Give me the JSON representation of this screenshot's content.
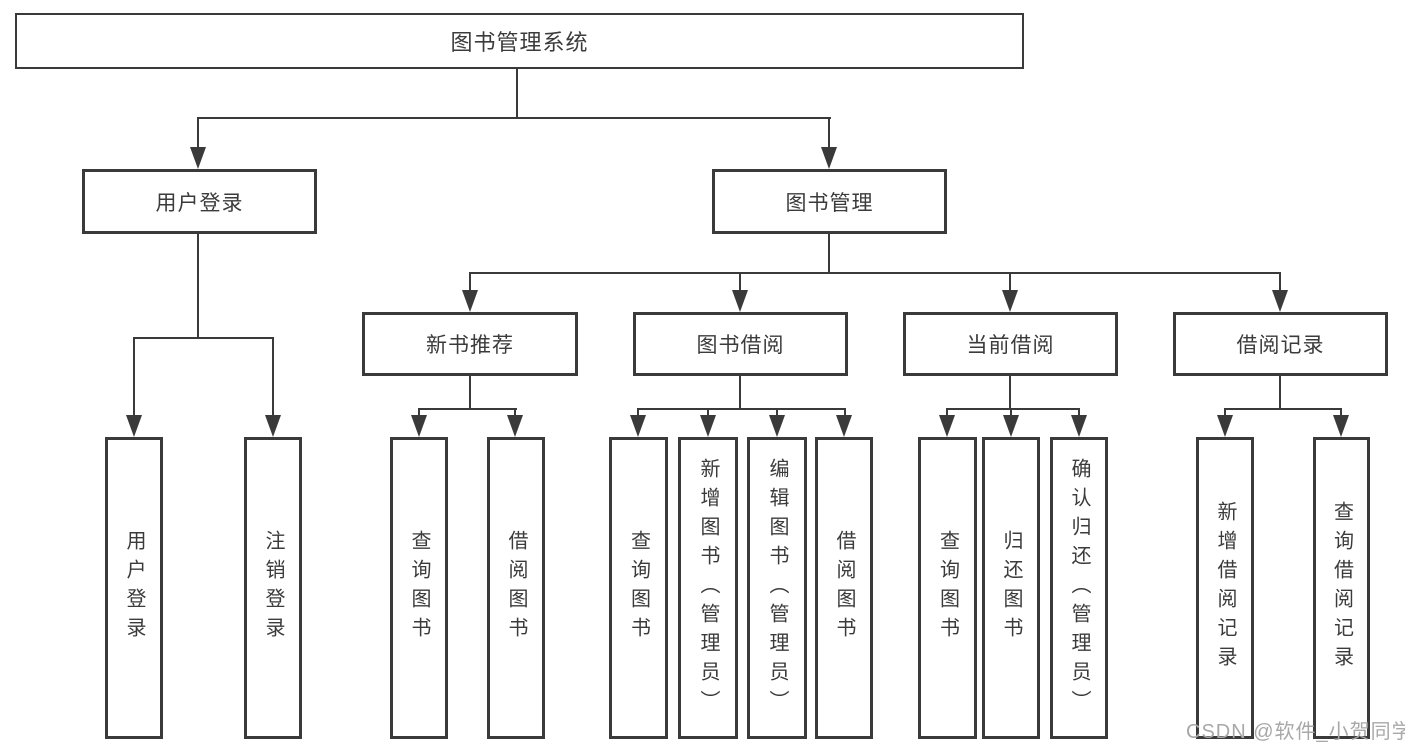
{
  "diagram": {
    "root": {
      "label": "图书管理系统"
    },
    "level2": [
      {
        "label": "用户登录"
      },
      {
        "label": "图书管理"
      }
    ],
    "level3": [
      {
        "label": "新书推荐"
      },
      {
        "label": "图书借阅"
      },
      {
        "label": "当前借阅"
      },
      {
        "label": "借阅记录"
      }
    ],
    "leaves": {
      "user_login": [
        "用户登录",
        "注销登录"
      ],
      "new_book_recommend": [
        "查询图书",
        "借阅图书"
      ],
      "book_borrow": [
        "查询图书",
        "新增图书（管理员）",
        "编辑图书（管理员）",
        "借阅图书"
      ],
      "current_borrow": [
        "查询图书",
        "归还图书",
        "确认归还（管理员）"
      ],
      "borrow_records": [
        "新增借阅记录",
        "查询借阅记录"
      ]
    },
    "watermark": "CSDN @软件_小贺同学",
    "colors": {
      "line": "#3a3a3a",
      "text": "#3b3b3b",
      "box_bg": "#ffffff",
      "watermark": "#a8a8a8"
    }
  }
}
